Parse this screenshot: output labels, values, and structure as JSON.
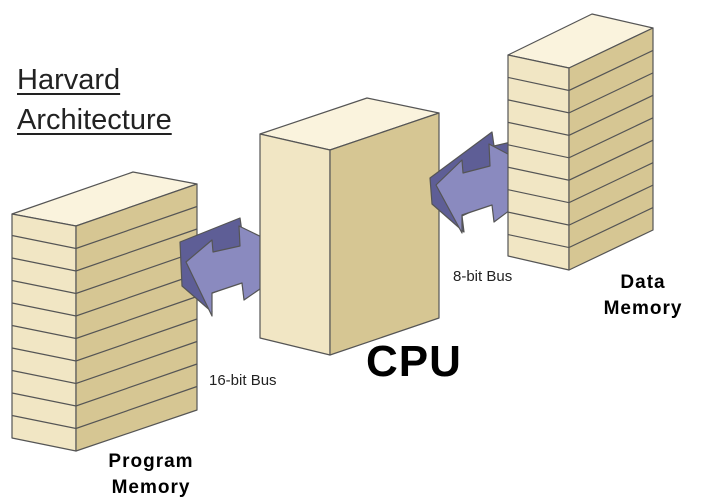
{
  "title": {
    "line1": "Harvard",
    "line2": "Architecture"
  },
  "cpu": {
    "label": "CPU"
  },
  "buses": {
    "program_bus": "16-bit Bus",
    "data_bus": "8-bit Bus"
  },
  "memories": {
    "program": {
      "line1": "Program",
      "line2": "Memory"
    },
    "data": {
      "line1": "Data",
      "line2": "Memory"
    }
  },
  "colors": {
    "block_front": "#f1e6c4",
    "block_side": "#d6c693",
    "block_top": "#faf3dd",
    "outline": "#555555",
    "arrow_fill": "#8a8abf",
    "arrow_shade": "#5e5e96"
  }
}
